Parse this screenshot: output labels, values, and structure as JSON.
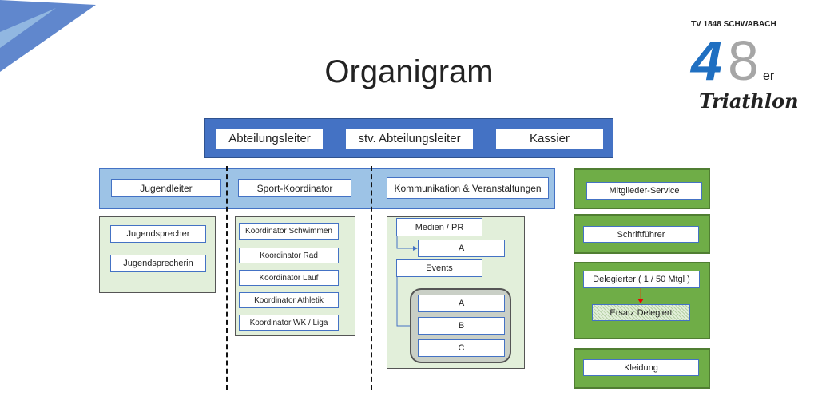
{
  "title": "Organigram",
  "logo": {
    "text": "TV 1848 SCHWABACH 48er Triathlon",
    "colors": {
      "blue": "#1f6fc1",
      "gray": "#a6a6a6"
    }
  },
  "leadership": [
    "Abteilungsleiter",
    "stv. Abteilungsleiter",
    "Kassier"
  ],
  "second_level": [
    "Jugendleiter",
    "Sport-Koordinator",
    "Kommunikation & Veranstaltungen"
  ],
  "youth": [
    "Jugendsprecher",
    "Jugendsprecherin"
  ],
  "sport": [
    "Koordinator Schwimmen",
    "Koordinator Rad",
    "Koordinator Lauf",
    "Koordinator Athletik",
    "Koordinator WK / Liga"
  ],
  "communication": {
    "medien": "Medien / PR",
    "medien_sub": "A",
    "events": "Events",
    "events_sub": [
      "A",
      "B",
      "C"
    ]
  },
  "right": {
    "mitglieder": "Mitglieder-Service",
    "schrift": "Schriftführer",
    "delegierter": "Delegierter ( 1 / 50 Mtgl )",
    "ersatz": "Ersatz Delegiert",
    "kleidung": "Kleidung"
  },
  "colors": {
    "blue": "#4472c4",
    "lightblue": "#9dc3e6",
    "green": "#6fad47",
    "lightgreen": "#e2efda"
  }
}
